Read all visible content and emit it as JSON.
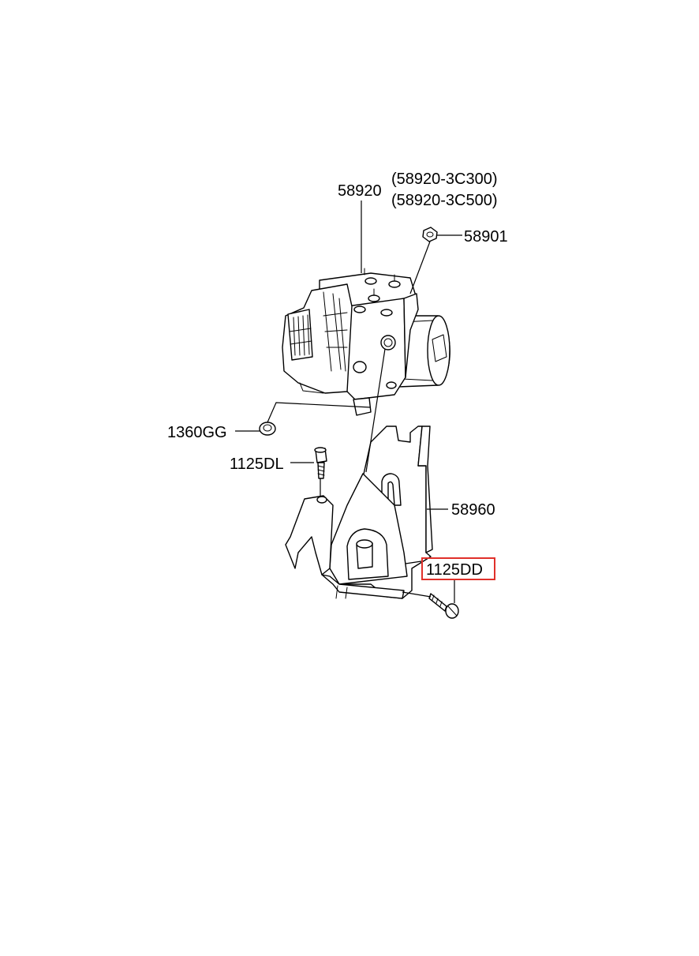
{
  "parts": {
    "p58920": "58920",
    "p58920_alt1": "(58920-3C300)",
    "p58920_alt2": "(58920-3C500)",
    "p58901": "58901",
    "p1360GG": "1360GG",
    "p1125DL": "1125DL",
    "p58960": "58960",
    "p1125DD": "1125DD"
  },
  "highlight_color": "#e0302a"
}
